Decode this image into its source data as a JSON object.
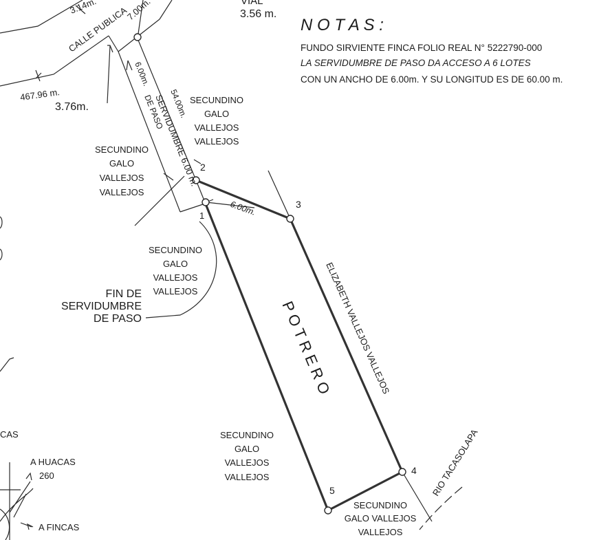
{
  "plan": {
    "top_labels": {
      "street_label": "CALLE PUBLICA",
      "measure_314": "3.14m.",
      "measure_700": "7.00m.",
      "vial_label": "VIAL",
      "measure_356": "3.56 m.",
      "measure_46796": "467.96 m.",
      "measure_376": "3.76m."
    },
    "notes": {
      "heading": "N O T A S :",
      "line1": "FUNDO SIRVIENTE FINCA FOLIO REAL N° 5222790-000",
      "line2": "LA SERVIDUMBRE DE PASO DA ACCESO A 6 LOTES",
      "line3": "CON UN ANCHO DE 6.00m. Y SU LONGITUD ES DE 60.00 m."
    },
    "easement": {
      "label_width": "6.00m.",
      "label_de_paso": "DE PASO",
      "label_length": "54.00m.",
      "label_servidumbre": "SERVIDUMBRE 6.00 m.",
      "label_segment": "6.00m."
    },
    "neighbors": {
      "name_lines": [
        "SECUNDINO",
        "GALO",
        "VALLEJOS",
        "VALLEJOS"
      ],
      "bottom_line1": "SECUNDINO",
      "bottom_line2": "GALO VALLEJOS",
      "bottom_line3": "VALLEJOS",
      "elizabeth": "ELIZABETH VALLEJOS VALLEJOS"
    },
    "end_note": {
      "line1": "FIN DE",
      "line2": "SERVIDUMBRE",
      "line3": "DE PASO"
    },
    "parcel_label": "P O T R E R O",
    "river": "RIO TACASOLAPA",
    "points": [
      "1",
      "2",
      "3",
      "4",
      "5"
    ],
    "left_labels": {
      "cas": "CAS",
      "huacas": "A HUACAS",
      "num_260": "260",
      "fincas": "A FINCAS"
    }
  }
}
